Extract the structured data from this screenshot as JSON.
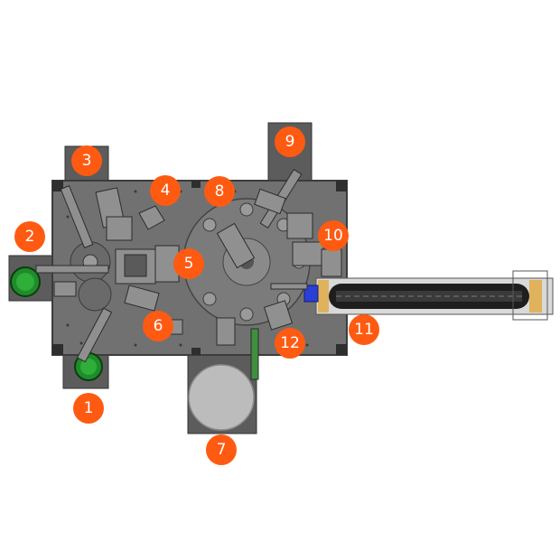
{
  "diagram": {
    "colors": {
      "plate": "#717171",
      "plate_edge": "#3c3c3c",
      "platform": "#5c5c5c",
      "callout": "#ff5a12",
      "green": "#1f8c2a",
      "conveyor": "#1e1e1e",
      "conveyor_gold": "#e0b25c",
      "blue_block": "#2a3fd6",
      "drum": "#bcbcbc"
    },
    "callouts": [
      {
        "label": "1"
      },
      {
        "label": "2"
      },
      {
        "label": "3"
      },
      {
        "label": "4"
      },
      {
        "label": "5"
      },
      {
        "label": "6"
      },
      {
        "label": "7"
      },
      {
        "label": "8"
      },
      {
        "label": "9"
      },
      {
        "label": "10"
      },
      {
        "label": "11"
      },
      {
        "label": "12"
      }
    ]
  }
}
